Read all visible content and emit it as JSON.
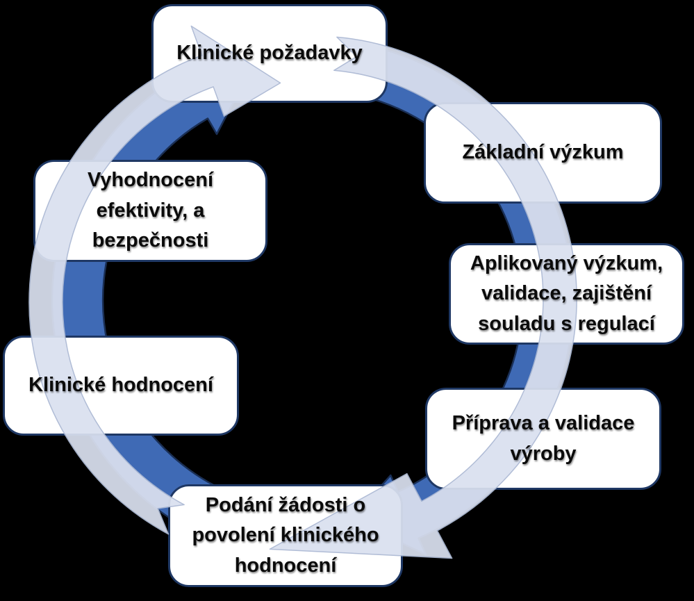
{
  "diagram": {
    "type": "cycle",
    "flow_direction": "clockwise",
    "nodes": [
      {
        "label": "Klinické požadavky",
        "position": "top"
      },
      {
        "label": "Základní výzkum",
        "position": "upper-right"
      },
      {
        "label": "Aplikovaný výzkum, validace, zajištění souladu s regulací",
        "position": "right"
      },
      {
        "label": "Příprava a validace výroby",
        "position": "lower-right"
      },
      {
        "label": "Podání žádosti o povolení klinického hodnocení",
        "position": "bottom"
      },
      {
        "label": "Klinické hodnocení",
        "position": "left"
      },
      {
        "label": "Vyhodnocení efektivity,  a bezpečnosti",
        "position": "upper-left"
      }
    ],
    "colors": {
      "background": "#000000",
      "dark_arrow_fill": "#3F6AB5",
      "dark_arrow_outline": "#1A2F55",
      "light_arrow_fill": "#DAE0EF",
      "light_arrow_outline": "#ABB8D3",
      "box_fill": "#FFFFFF",
      "box_border": "#1F3864",
      "text": "#0B0B0B"
    }
  }
}
